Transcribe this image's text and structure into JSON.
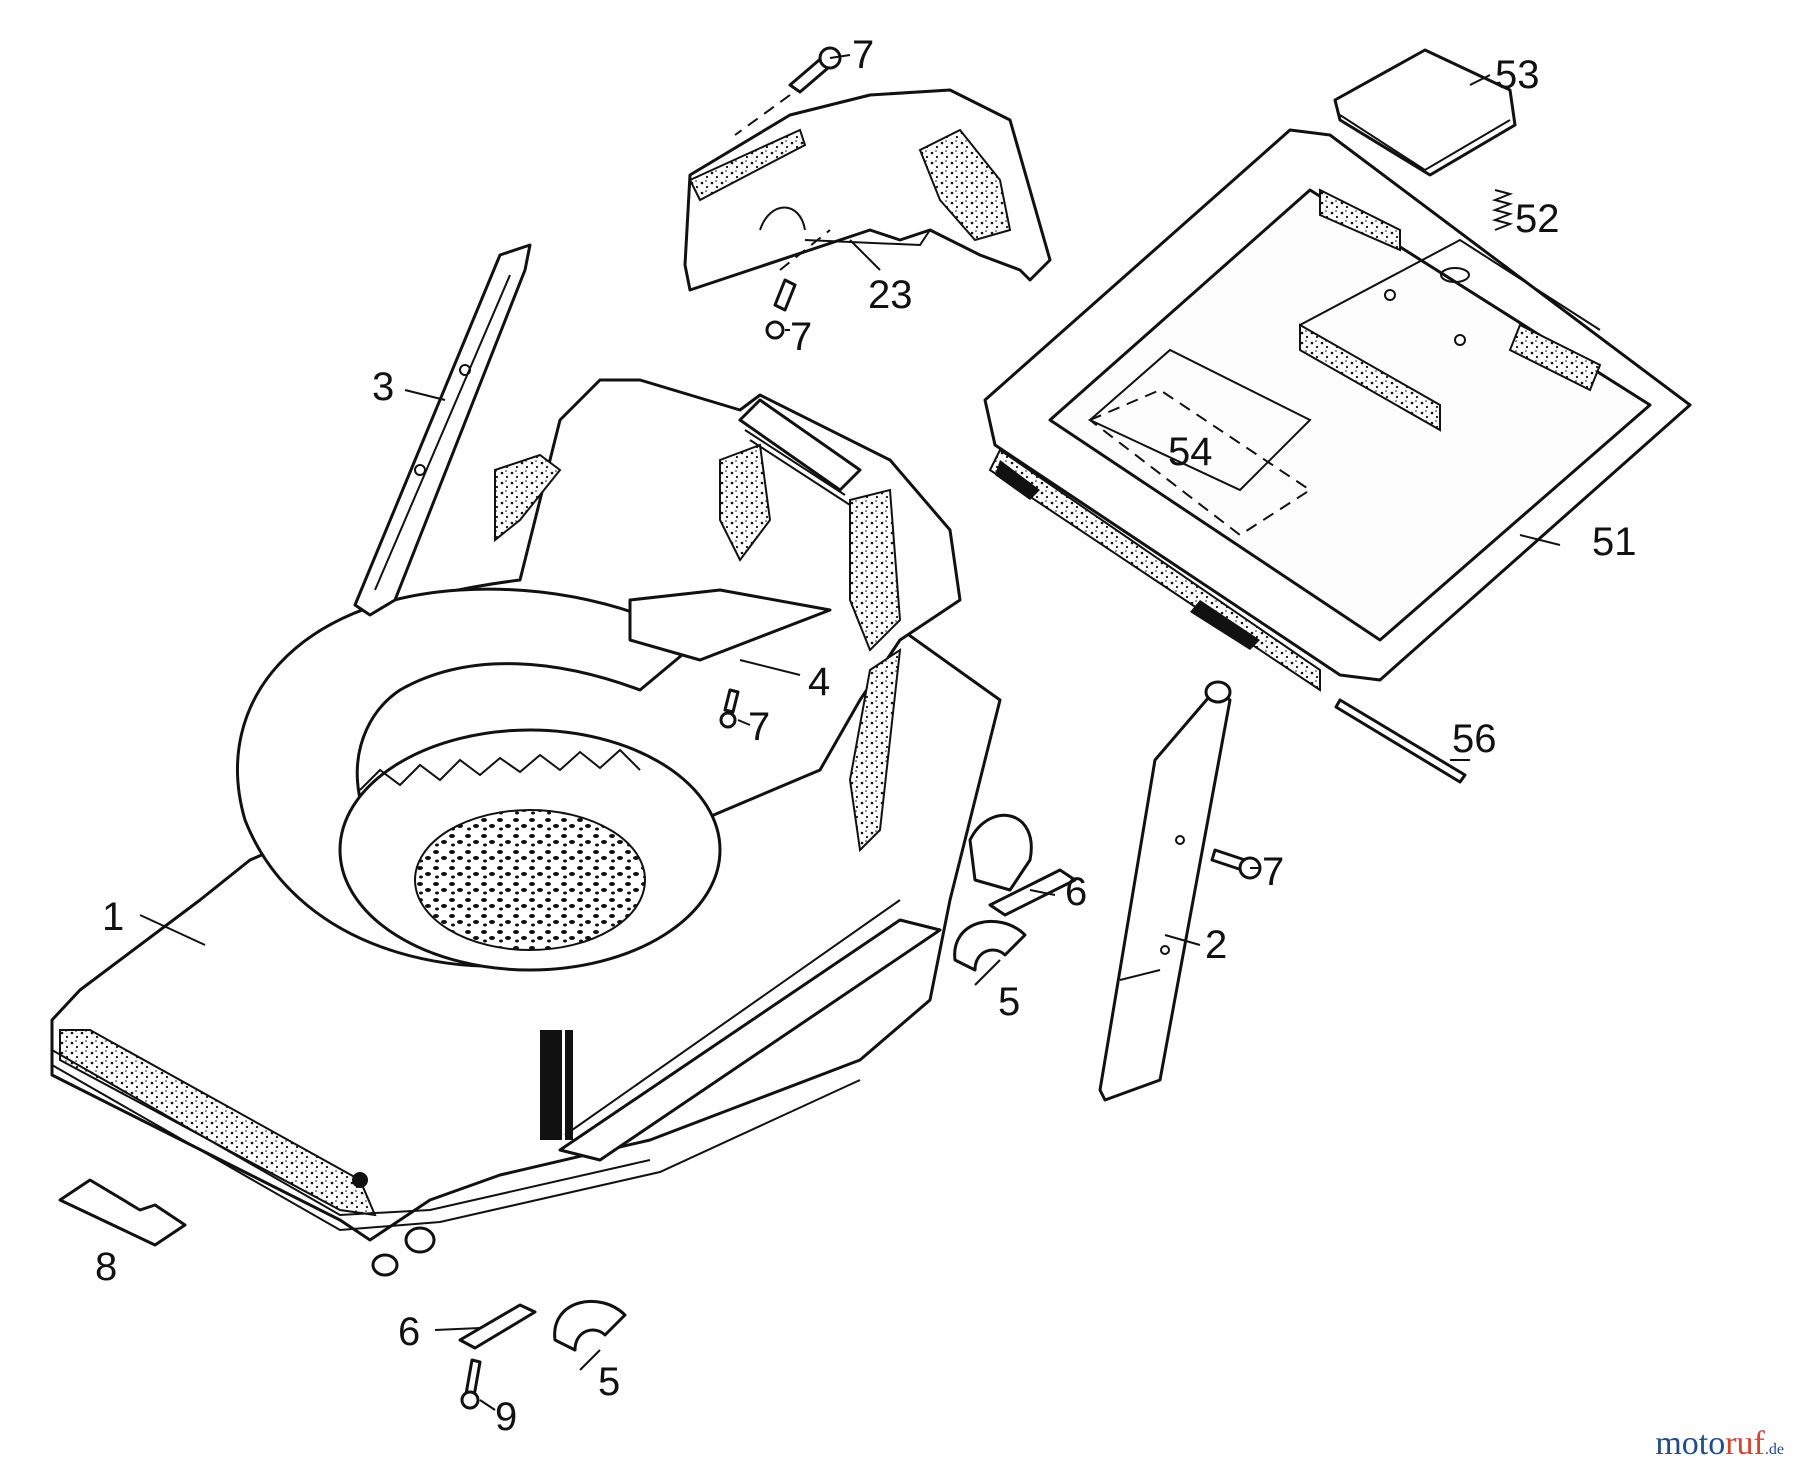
{
  "diagram": {
    "title": "Lawn mower housing exploded parts view",
    "callouts": {
      "c1": "1",
      "c2": "2",
      "c3": "3",
      "c4": "4",
      "c5a": "5",
      "c5b": "5",
      "c6a": "6",
      "c6b": "6",
      "c7a": "7",
      "c7b": "7",
      "c7c": "7",
      "c7d": "7",
      "c8": "8",
      "c9": "9",
      "c23": "23",
      "c51": "51",
      "c52": "52",
      "c53": "53",
      "c54": "54",
      "c56": "56"
    }
  },
  "watermark": {
    "part1": "moto",
    "part2": "ruf",
    "part3": ".de"
  }
}
